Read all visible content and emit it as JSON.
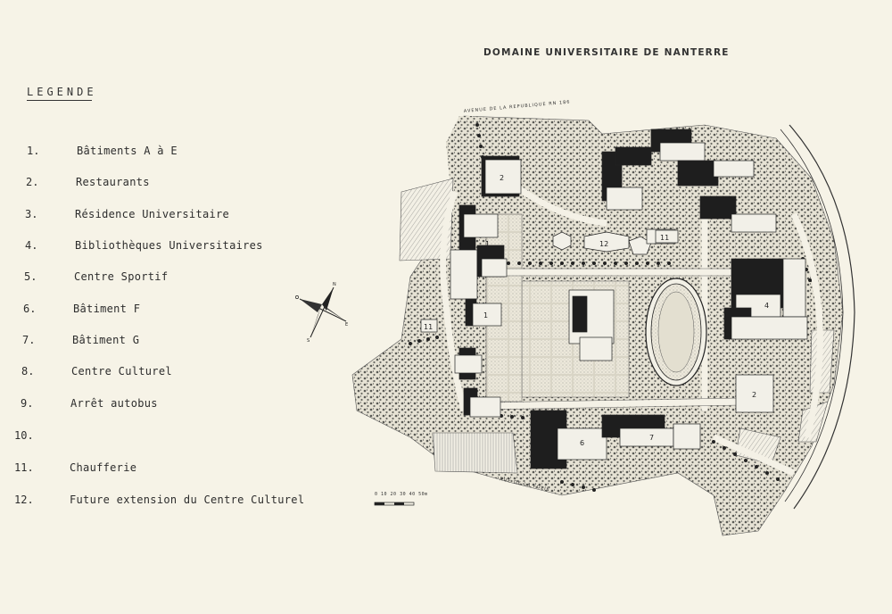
{
  "map": {
    "title": "DOMAINE UNIVERSITAIRE DE NANTERRE",
    "legend_title": "LEGENDE",
    "legend": [
      {
        "num": "1.",
        "label": "Bâtiments A à E"
      },
      {
        "num": "2.",
        "label": "Restaurants"
      },
      {
        "num": "3.",
        "label": "Résidence Universitaire"
      },
      {
        "num": "4.",
        "label": "Bibliothèques Universitaires"
      },
      {
        "num": "5.",
        "label": "Centre Sportif"
      },
      {
        "num": "6.",
        "label": "Bâtiment F"
      },
      {
        "num": "7.",
        "label": "Bâtiment G"
      },
      {
        "num": "8.",
        "label": "Centre Culturel"
      },
      {
        "num": "9.",
        "label": "Arrêt autobus"
      },
      {
        "num": "10.",
        "label": ""
      },
      {
        "num": "11.",
        "label": "Chaufferie"
      },
      {
        "num": "12.",
        "label": "Future extension du Centre Culturel"
      }
    ],
    "building_labels": {
      "b1a": "1",
      "b1b": "1",
      "b2a": "2",
      "b2b": "2",
      "b4": "4",
      "b6": "6",
      "b7": "7",
      "b11a": "11",
      "b11b": "11",
      "b12": "12"
    },
    "road_labels": {
      "top": "AVENUE DE LA REPUBLIQUE RN 186",
      "bottom": "RUE DE LA FOLIE"
    },
    "scale_text": "0 10 20 30 40 50m",
    "colors": {
      "paper": "#f6f3e7",
      "ink": "#2a2a2a",
      "building_shadow": "#1e1e1e",
      "building_roof": "#f2f0e8"
    },
    "compass_icon": "compass-rose-icon"
  }
}
